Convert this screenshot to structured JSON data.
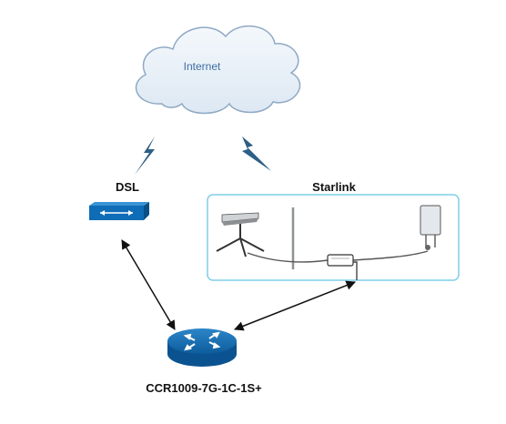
{
  "cloud": {
    "label": "Internet"
  },
  "dsl": {
    "label": "DSL"
  },
  "starlink": {
    "label": "Starlink"
  },
  "router": {
    "label": "CCR1009-7G-1C-1S+"
  },
  "colors": {
    "cloud_fill": "#eaf1f8",
    "cloud_stroke": "#8fa9c4",
    "cloud_text": "#3f6fa3",
    "device_blue": "#0f6cb6",
    "starlink_border": "#7fcfe8",
    "lightning": "#2e5f86",
    "arrow": "#111111"
  }
}
